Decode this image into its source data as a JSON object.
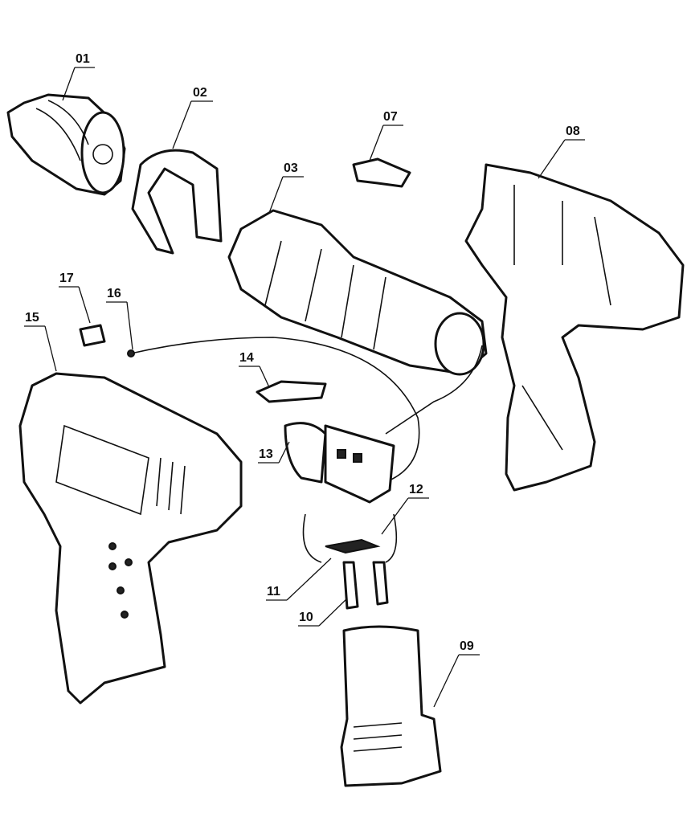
{
  "diagram": {
    "type": "exploded-parts-view",
    "parts": [
      {
        "id": "01"
      },
      {
        "id": "02"
      },
      {
        "id": "03"
      },
      {
        "id": "07"
      },
      {
        "id": "08"
      },
      {
        "id": "17"
      },
      {
        "id": "16"
      },
      {
        "id": "15"
      },
      {
        "id": "14"
      },
      {
        "id": "13"
      },
      {
        "id": "12"
      },
      {
        "id": "11"
      },
      {
        "id": "10"
      },
      {
        "id": "09"
      }
    ]
  }
}
